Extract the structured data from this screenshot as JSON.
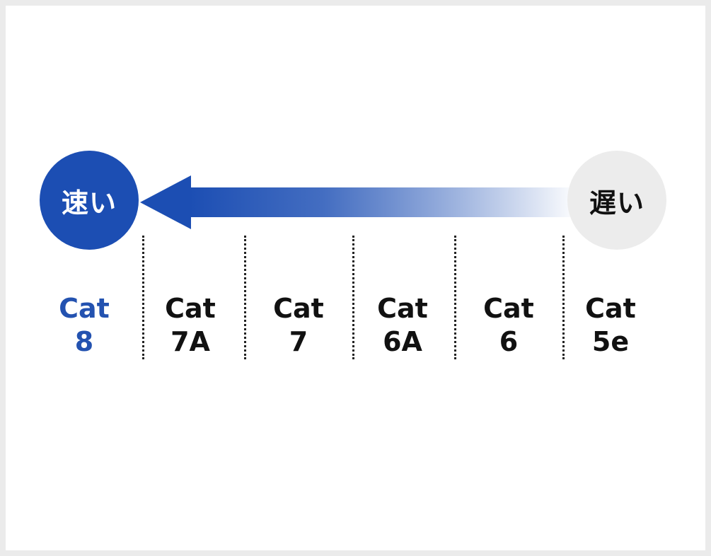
{
  "diagram": {
    "fast_label": "速い",
    "slow_label": "遅い",
    "colors": {
      "fast": "#1c4eb3",
      "slow": "#ececec",
      "highlight_text": "#2352b0",
      "text": "#111111"
    },
    "categories": [
      {
        "line1": "Cat",
        "line2": "8"
      },
      {
        "line1": "Cat",
        "line2": "7A"
      },
      {
        "line1": "Cat",
        "line2": "7"
      },
      {
        "line1": "Cat",
        "line2": "6A"
      },
      {
        "line1": "Cat",
        "line2": "6"
      },
      {
        "line1": "Cat",
        "line2": "5e"
      }
    ]
  }
}
